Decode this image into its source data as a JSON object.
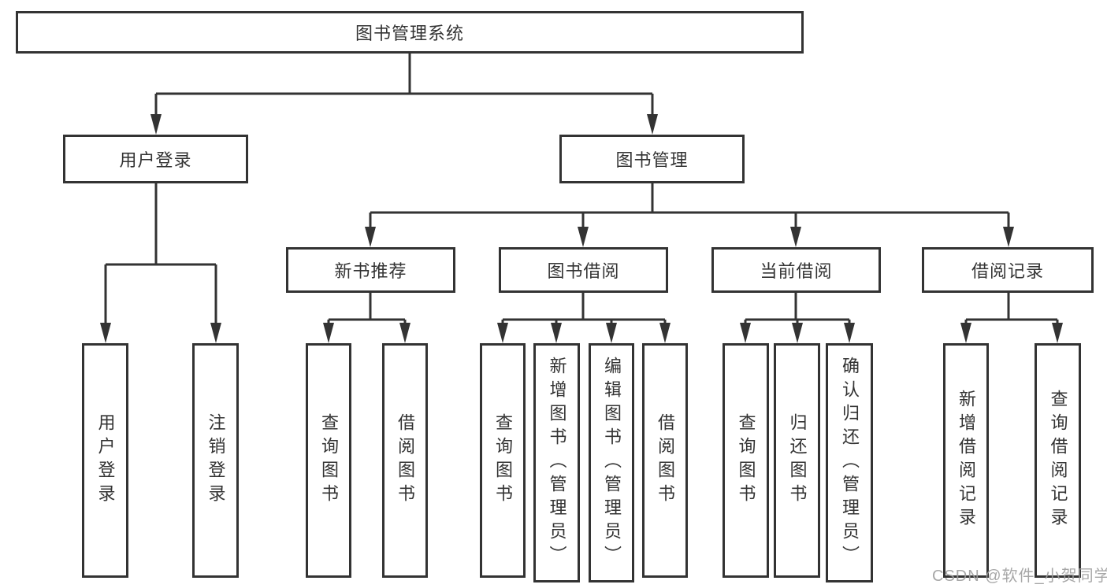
{
  "diagram": {
    "root": {
      "label": "图书管理系统"
    },
    "branches": [
      {
        "label": "用户登录",
        "children": [
          {
            "label": "用户登录"
          },
          {
            "label": "注销登录"
          }
        ]
      },
      {
        "label": "图书管理",
        "children": [
          {
            "label": "新书推荐",
            "children": [
              {
                "label": "查询图书"
              },
              {
                "label": "借阅图书"
              }
            ]
          },
          {
            "label": "图书借阅",
            "children": [
              {
                "label": "查询图书"
              },
              {
                "label": "新增图书（管理员）"
              },
              {
                "label": "编辑图书（管理员）"
              },
              {
                "label": "借阅图书"
              }
            ]
          },
          {
            "label": "当前借阅",
            "children": [
              {
                "label": "查询图书"
              },
              {
                "label": "归还图书"
              },
              {
                "label": "确认归还（管理员）"
              }
            ]
          },
          {
            "label": "借阅记录",
            "children": [
              {
                "label": "新增借阅记录"
              },
              {
                "label": "查询借阅记录"
              }
            ]
          }
        ]
      }
    ]
  },
  "watermark": {
    "text": "CSDN @软件_小贺同学"
  },
  "colors": {
    "line": "#333333",
    "text": "#333333",
    "watermark": "#9e9e9e",
    "background": "#ffffff"
  }
}
